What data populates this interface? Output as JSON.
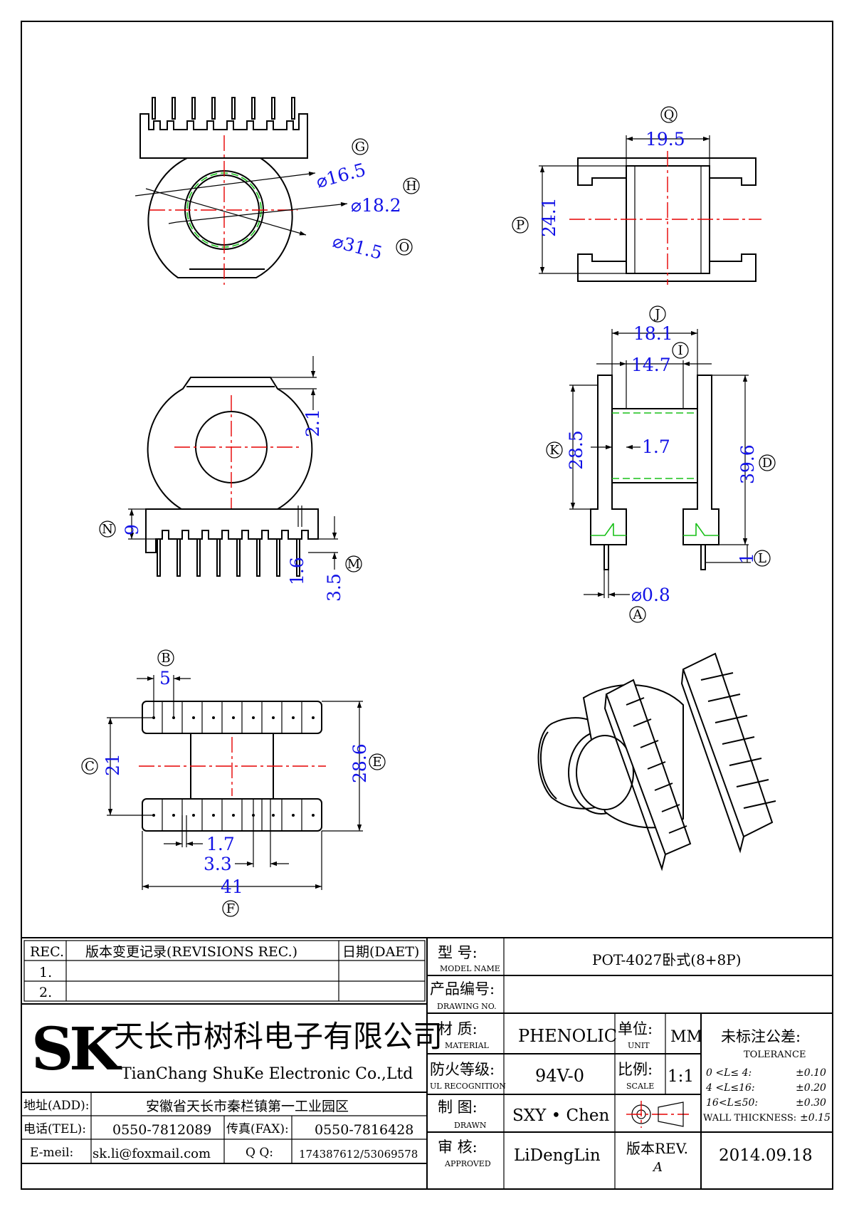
{
  "dimensions": {
    "q": "19.5",
    "p": "24.1",
    "d165": "⌀16.5",
    "d182": "⌀18.2",
    "d315": "⌀31.5",
    "j": "18.1",
    "i": "14.7",
    "k": "28.5",
    "core": "1.7",
    "d": "39.6",
    "l": "1",
    "a": "⌀0.8",
    "fr_top": "2.1",
    "n": "9",
    "m1": "1.6",
    "m2": "3.5",
    "b": "5",
    "c": "21",
    "e": "28.6",
    "g1": "1.7",
    "g2": "3.3",
    "f": "41"
  },
  "callouts": [
    "G",
    "H",
    "O",
    "Q",
    "P",
    "J",
    "I",
    "K",
    "D",
    "L",
    "A",
    "N",
    "M",
    "B",
    "C",
    "E",
    "F"
  ],
  "title_block": {
    "rev_header": "REC.",
    "rev_title": "版本变更记录(REVISIONS REC.)",
    "date_header": "日期(DAET)",
    "rev_rows": [
      "1.",
      "2."
    ],
    "company_cn": "天长市树科电子有限公司",
    "company_en": "TianChang ShuKe Electronic Co.,Ltd",
    "logo": "SK",
    "model_label_cn": "型    号:",
    "model_label_en": "MODEL NAME",
    "model_value": "POT-4027卧式(8+8P)",
    "drawing_label_cn": "产品编号:",
    "drawing_label_en": "DRAWING NO.",
    "drawing_value": "",
    "material_label_cn": "材    质:",
    "material_label_en": "MATERIAL",
    "material_value": "PHENOLIC",
    "unit_label_cn": "单位:",
    "unit_label_en": "UNIT",
    "unit_value": "MM",
    "ul_label_cn": "防火等级:",
    "ul_label_en": "UL RECOGNITION",
    "ul_value": "94V-0",
    "scale_label_cn": "比例:",
    "scale_label_en": "SCALE",
    "scale_value": "1:1",
    "tolerance_cn": "未标注公差:",
    "tolerance_en": "TOLERANCE",
    "tol_rows": [
      {
        "range": "0  <L≤ 4:",
        "value": "±0.10"
      },
      {
        "range": "4  <L≤16:",
        "value": "±0.20"
      },
      {
        "range": "16<L≤50:",
        "value": "±0.30"
      }
    ],
    "wall_label": "WALL THICKNESS:",
    "wall_value": "±0.15",
    "drawn_label_cn": "制    图:",
    "drawn_label_en": "DRAWN",
    "drawn_value": "SXY • Chen",
    "approved_label_cn": "审    核:",
    "approved_label_en": "APPROVED",
    "approved_value": "LiDengLin",
    "version_label": "版本REV.",
    "version_value": "A",
    "date_value": "2014.09.18",
    "addr_label": "地址(ADD):",
    "addr_value": "安徽省天长市秦栏镇第一工业园区",
    "tel_label": "电话(TEL):",
    "tel_value": "0550-7812089",
    "fax_label": "传真(FAX):",
    "fax_value": "0550-7816428",
    "email_label": "E-meil:",
    "email_value": "sk.li@foxmail.com",
    "qq_label": "Q Q:",
    "qq_value": "174387612/53069578"
  }
}
